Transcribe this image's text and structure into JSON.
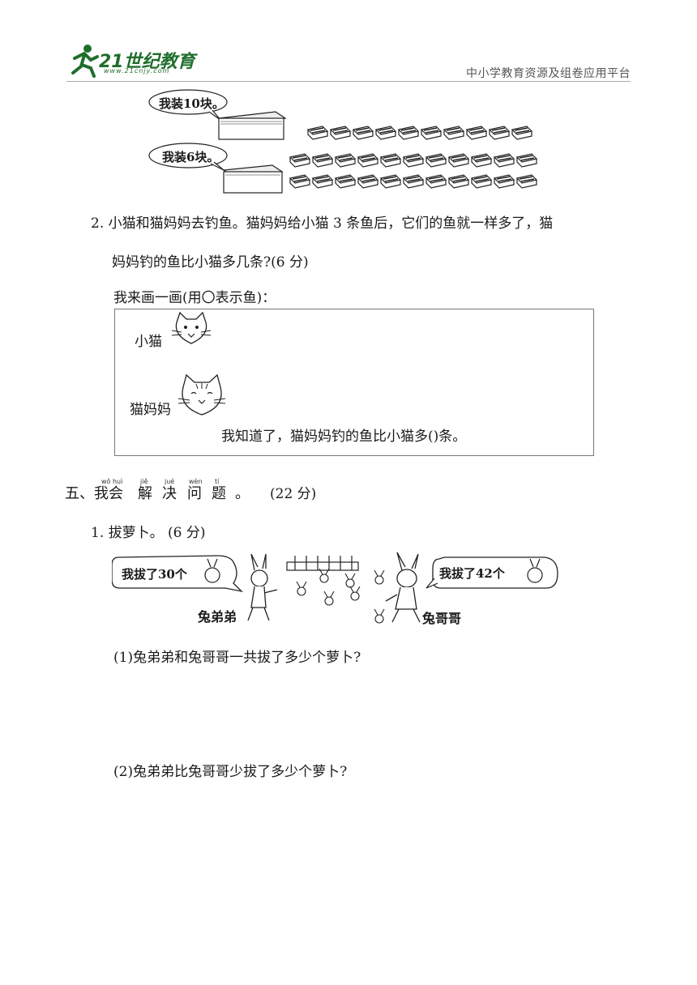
{
  "header": {
    "logo_text": "21世纪教育",
    "logo_url": "www.21cnjy.com",
    "platform": "中小学教育资源及组卷应用平台"
  },
  "figure1": {
    "bubble_top": "我装10块。",
    "bubble_bottom": "我装6块。"
  },
  "question2": {
    "line1": "2. 小猫和猫妈妈去钓鱼。猫妈妈给小猫 3 条鱼后，它们的鱼就一样多了，猫",
    "line2": "妈妈钓的鱼比小猫多几条?(6 分)",
    "draw_prompt": "我来画一画(用〇表示鱼)：",
    "kitten_label": "小猫",
    "mother_label": "猫妈妈",
    "conclusion": "我知道了，猫妈妈钓的鱼比小猫多()条。"
  },
  "section5": {
    "prefix": "五、我会",
    "words": [
      {
        "char": "解",
        "pinyin": "jiě"
      },
      {
        "char": "决",
        "pinyin": "jué"
      },
      {
        "char": "问",
        "pinyin": "wèn"
      },
      {
        "char": "题",
        "pinyin": "tí"
      }
    ],
    "prefix_pinyin": "wǒ huì",
    "period": "。",
    "score": "(22 分)"
  },
  "question1": {
    "title": "1. 拔萝卜。 (6 分)",
    "bubble_left": "我拔了30个",
    "bubble_right": "我拔了42个",
    "rabbit_left": "兔弟弟",
    "rabbit_right": "兔哥哥",
    "sub1": "(1)兔弟弟和兔哥哥一共拔了多少个萝卜?",
    "sub2": "(2)兔弟弟比兔哥哥少拔了多少个萝卜?"
  }
}
